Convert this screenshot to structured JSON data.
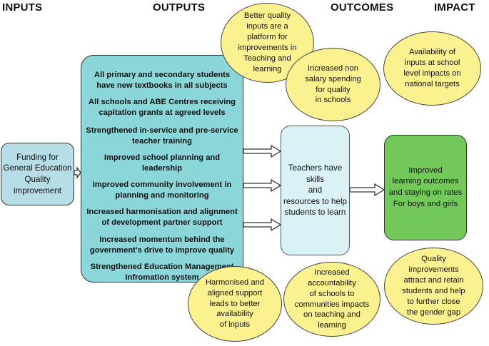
{
  "headers": {
    "inputs": "INPUTS",
    "outputs": "OUTPUTS",
    "outcomes": "OUTCOMES",
    "impact": "IMPACT"
  },
  "input_box": "Funding for\nGeneral Education\nQuality\nimprovement",
  "outputs": [
    "All primary and secondary students\nhave new textbooks in all subjects",
    "All schools and ABE Centres receiving\ncapitation grants at agreed levels",
    "Strengthened in-service and pre-service\nteacher training",
    "Improved school planning and\nleadership",
    "Improved community involvement in\nplanning and monitoring",
    "Increased harmonisation and alignment\nof development partner support",
    "Increased momentum behind the\ngovernment’s drive to improve quality",
    "Strengthened Education Management\nInfromation system"
  ],
  "outcome_box": "Teachers have skills\nand\nresources to help\nstudents to learn",
  "impact_box": "Improved\nlearning outcomes\nand staying on rates\nFor boys and girls",
  "bubbles": {
    "better_quality": "Better quality\ninputs are a\nplatform for\nimprovements in\nTeaching and\nlearning",
    "non_salary": "Increased non\nsalary spending\nfor quality\nin schools",
    "availability_inputs": "Availability of\ninputs at school\nlevel impacts on\nnational targets",
    "harmonised": "Harmonised and\naligned support\nleads to better\navailability\nof inputs",
    "accountability": "Increased\naccountability\nof schools to\ncommunities impacts\non teaching and\nlearning",
    "quality_improvements": "Quality\nimprovements\nattract and retain\nstudents and help\nto further close\nthe gender gap"
  },
  "colors": {
    "input_box": "#b7dde6",
    "outputs_box": "#8bd6d8",
    "outcome_box": "#daf2f6",
    "impact_box": "#72c95a",
    "bubble": "#fbf18f"
  }
}
